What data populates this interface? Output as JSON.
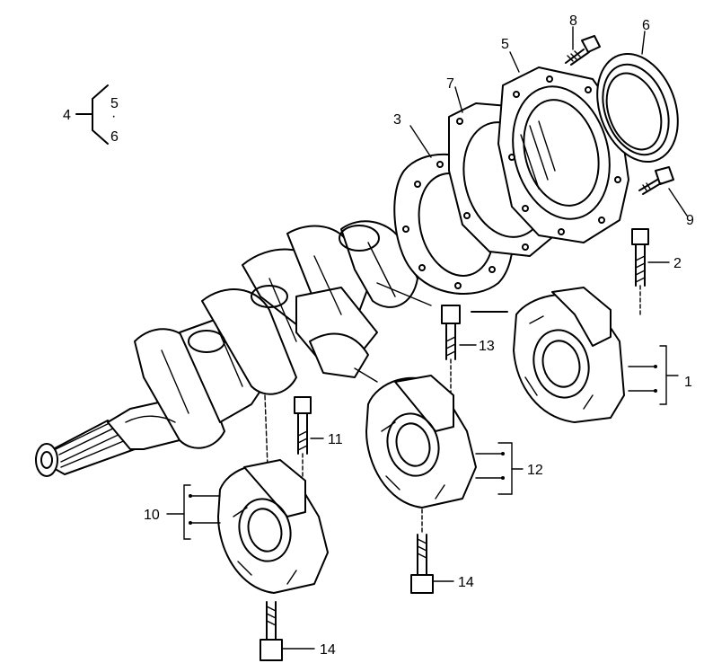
{
  "callouts": {
    "c1": "1",
    "c2": "2",
    "c3": "3",
    "c4": "4",
    "c4_upper": "5",
    "c4_dot": "·",
    "c4_lower": "6",
    "c5": "5",
    "c6": "6",
    "c7": "7",
    "c8": "8",
    "c9": "9",
    "c10": "10",
    "c11": "11",
    "c12": "12",
    "c13": "13",
    "c14a": "14",
    "c14b": "14"
  }
}
